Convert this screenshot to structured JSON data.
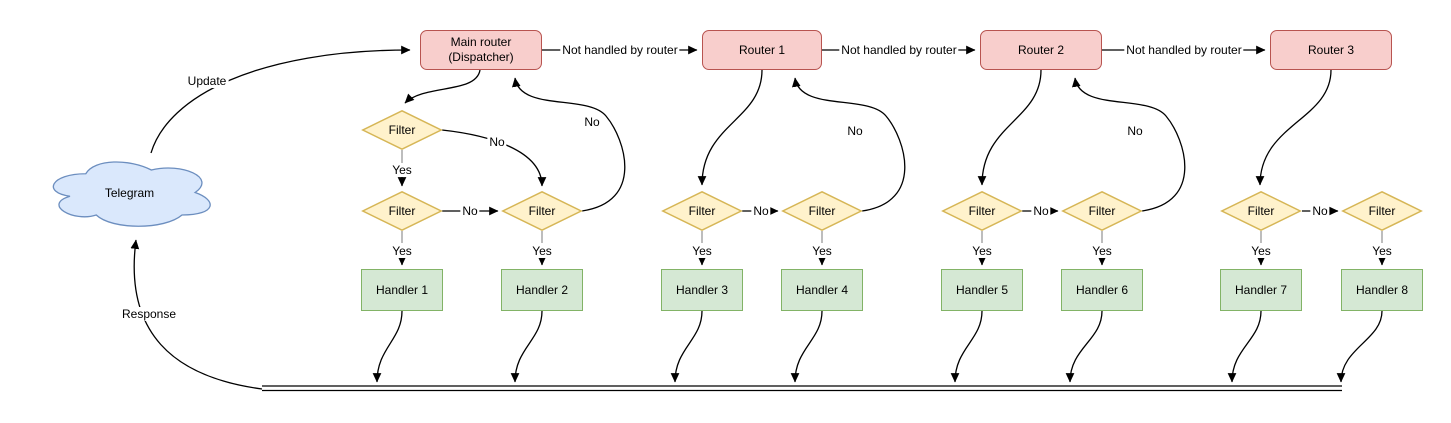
{
  "diagram": {
    "cloud": {
      "label": "Telegram"
    },
    "routers": [
      {
        "line1": "Main router",
        "line2": "(Dispatcher)"
      },
      {
        "label": "Router 1"
      },
      {
        "label": "Router 2"
      },
      {
        "label": "Router 3"
      }
    ],
    "filter_label": "Filter",
    "handlers": [
      "Handler 1",
      "Handler 2",
      "Handler 3",
      "Handler 4",
      "Handler 5",
      "Handler 6",
      "Handler 7",
      "Handler 8"
    ],
    "edge_labels": {
      "update": "Update",
      "response": "Response",
      "not_handled": "Not handled by router",
      "yes": "Yes",
      "no": "No"
    },
    "colors": {
      "router_fill": "#f8cecc",
      "router_stroke": "#b85450",
      "filter_fill": "#fff2cc",
      "filter_stroke": "#d6b656",
      "handler_fill": "#d5e8d4",
      "handler_stroke": "#82b366",
      "cloud_fill": "#dae8fc",
      "cloud_stroke": "#6c8ebf",
      "edge": "#000000"
    }
  }
}
